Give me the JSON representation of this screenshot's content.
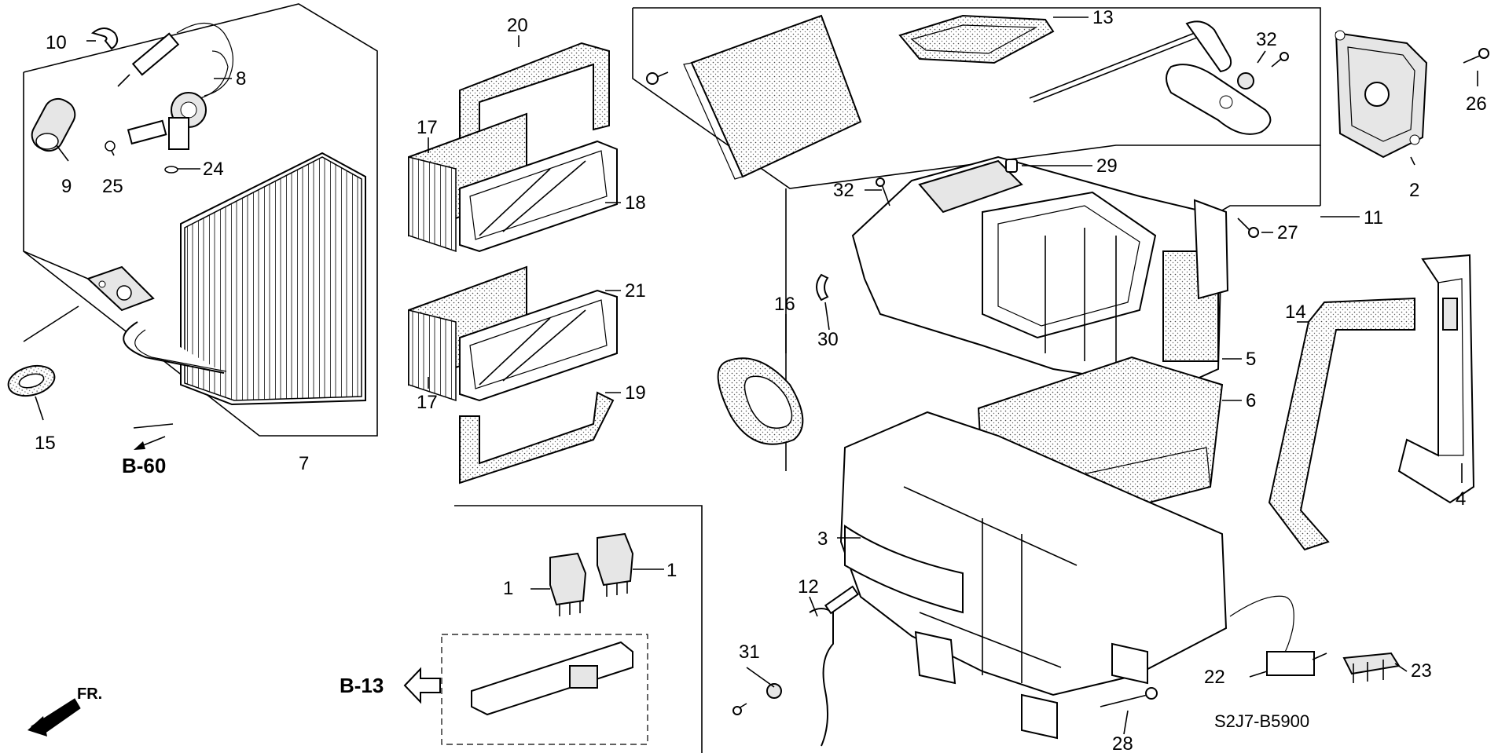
{
  "diagram": {
    "part_numbers": [
      "1",
      "1",
      "2",
      "3",
      "4",
      "5",
      "6",
      "7",
      "8",
      "9",
      "10",
      "11",
      "12",
      "13",
      "14",
      "15",
      "16",
      "17",
      "17",
      "18",
      "19",
      "20",
      "21",
      "22",
      "23",
      "24",
      "25",
      "26",
      "27",
      "28",
      "29",
      "30",
      "31",
      "32",
      "32"
    ],
    "references": {
      "b60": "B-60",
      "b13": "B-13"
    },
    "front_indicator": "FR.",
    "diagram_code": "S2J7-B5900"
  }
}
